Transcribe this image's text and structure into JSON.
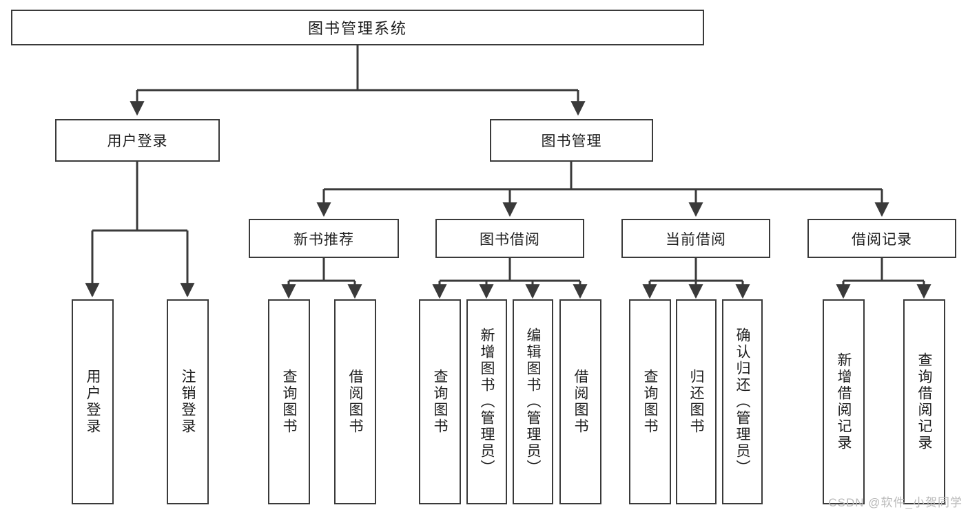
{
  "diagram": {
    "type": "tree-hierarchy-chart",
    "title": "图书管理系统",
    "watermark": "CSDN @软件_小贺同学",
    "colors": {
      "box_border": "#3a3a3a",
      "box_fill": "#ffffff",
      "connector": "#3a3a3a",
      "text": "#1d1d1d",
      "watermark": "#b9b9b9",
      "background": "#ffffff"
    },
    "root": {
      "label": "图书管理系统"
    },
    "level2": [
      {
        "label": "用户登录"
      },
      {
        "label": "图书管理"
      }
    ],
    "level3": [
      {
        "label": "新书推荐"
      },
      {
        "label": "图书借阅"
      },
      {
        "label": "当前借阅"
      },
      {
        "label": "借阅记录"
      }
    ],
    "leaves": {
      "user_login": [
        {
          "label": "用户登录"
        },
        {
          "label": "注销登录"
        }
      ],
      "new_book_recommend": [
        {
          "label": "查询图书"
        },
        {
          "label": "借阅图书"
        }
      ],
      "book_borrow": [
        {
          "label": "查询图书"
        },
        {
          "label": "新增图书（管理员）"
        },
        {
          "label": "编辑图书（管理员）"
        },
        {
          "label": "借阅图书"
        }
      ],
      "current_borrow": [
        {
          "label": "查询图书"
        },
        {
          "label": "归还图书"
        },
        {
          "label": "确认归还（管理员）"
        }
      ],
      "borrow_record": [
        {
          "label": "新增借阅记录"
        },
        {
          "label": "查询借阅记录"
        }
      ]
    }
  }
}
